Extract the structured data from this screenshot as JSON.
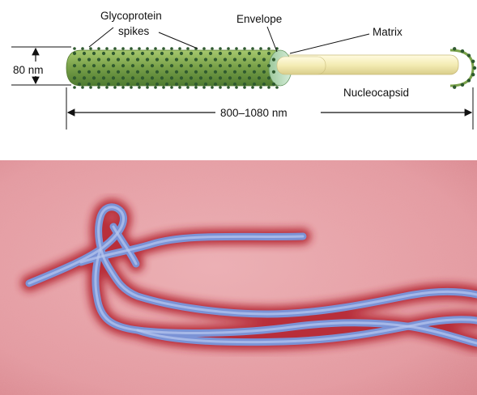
{
  "diagram": {
    "labels": {
      "glycoprotein_line1": "Glycoprotein",
      "glycoprotein_line2": "spikes",
      "envelope": "Envelope",
      "matrix": "Matrix",
      "nucleocapsid": "Nucleocapsid",
      "diameter": "80 nm",
      "length": "800–1080 nm"
    },
    "colors": {
      "envelope_green": "#7aa24a",
      "spike_dots": "#2f5a2f",
      "matrix_mint": "#c9e6cf",
      "nucleocapsid_cream": "#f4ecb4"
    }
  },
  "micrograph": {
    "colors": {
      "background": "#e39aa0",
      "halo": "#b3232d",
      "filament": "#7b93d6"
    }
  }
}
